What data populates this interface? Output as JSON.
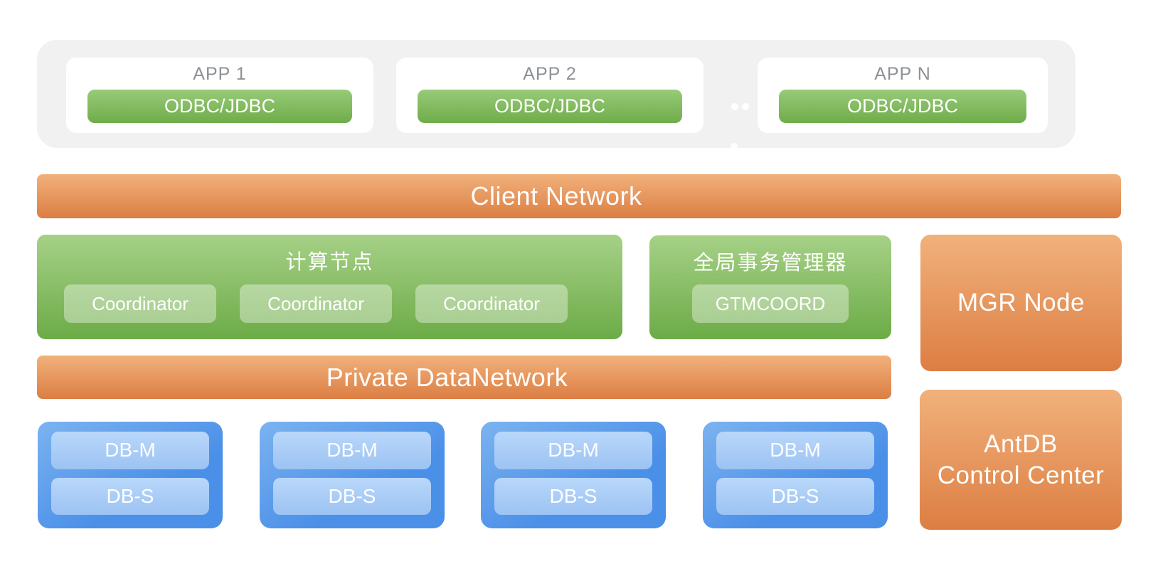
{
  "diagram": {
    "app_layer": {
      "apps": [
        {
          "title": "APP 1",
          "connector": "ODBC/JDBC"
        },
        {
          "title": "APP 2",
          "connector": "ODBC/JDBC"
        },
        {
          "title": "APP N",
          "connector": "ODBC/JDBC"
        }
      ]
    },
    "client_network": {
      "label": "Client Network"
    },
    "compute_node_panel": {
      "title": "计算节点",
      "coordinators": [
        "Coordinator",
        "Coordinator",
        "Coordinator"
      ]
    },
    "gtm_panel": {
      "title": "全局事务管理器",
      "node_label": "GTMCOORD"
    },
    "mgr_node": {
      "label": "MGR Node"
    },
    "private_network": {
      "label": "Private DataNetwork"
    },
    "data_node_groups": [
      {
        "master": "DB-M",
        "standby": "DB-S"
      },
      {
        "master": "DB-M",
        "standby": "DB-S"
      },
      {
        "master": "DB-M",
        "standby": "DB-S"
      },
      {
        "master": "DB-M",
        "standby": "DB-S"
      }
    ],
    "control_center": {
      "line1": "AntDB",
      "line2": "Control Center"
    }
  },
  "icons": {
    "more_apps": "ellipsis-dots"
  },
  "colors": {
    "orange_top": "#f1b17b",
    "orange_bottom": "#dc7e43",
    "green_top": "#a6d187",
    "green_bottom": "#6cab47",
    "button_green_top": "#98cb79",
    "button_green_bottom": "#6fac4a",
    "blue_top": "#7cb3f0",
    "blue_bottom": "#4a8fe8",
    "inner_blue_top": "#b9d7fa",
    "inner_blue_bottom": "#9cc3f3",
    "container_gray": "#f1f1f2",
    "app_title_gray": "#8d9196",
    "text_white": "#ffffff"
  }
}
